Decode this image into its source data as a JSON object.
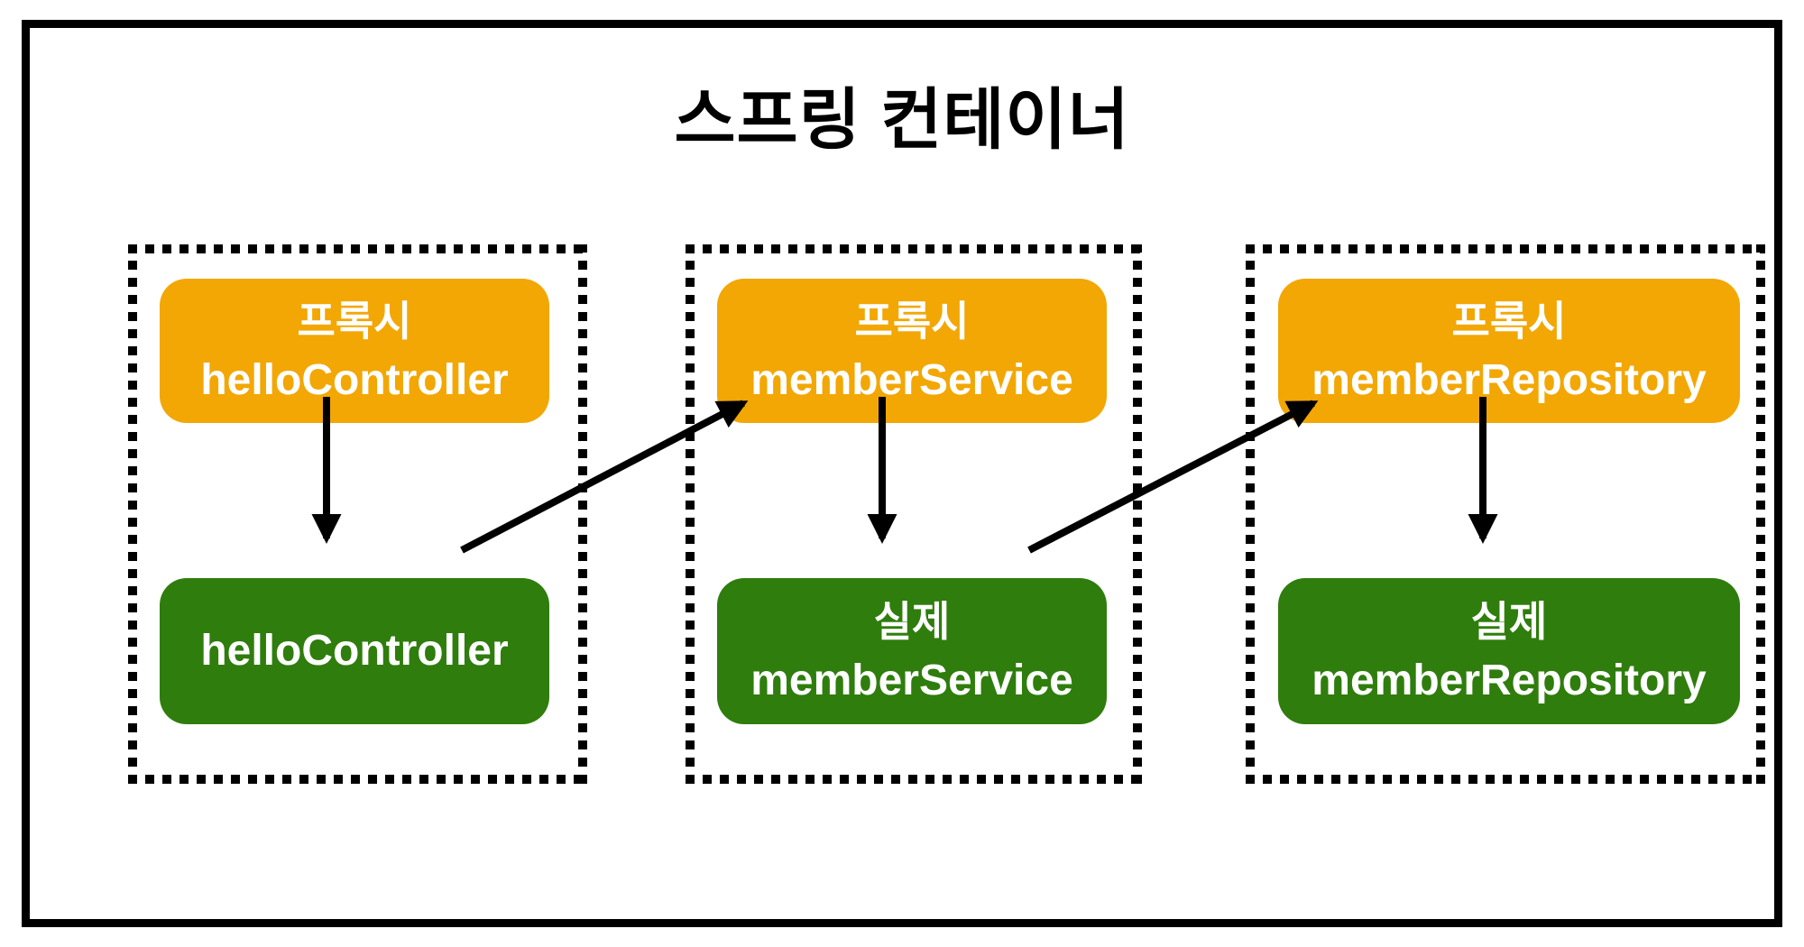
{
  "title": "스프링 컨테이너",
  "colors": {
    "proxy_box": "#F2A705",
    "target_box": "#2F7D0D",
    "box_text": "#FFFFFF",
    "line": "#000000",
    "background": "#FFFFFF"
  },
  "groups": [
    {
      "proxy": {
        "role_label": "프록시",
        "bean_name": "helloController"
      },
      "target": {
        "role_label": "",
        "bean_name": "helloController"
      }
    },
    {
      "proxy": {
        "role_label": "프록시",
        "bean_name": "memberService"
      },
      "target": {
        "role_label": "실제",
        "bean_name": "memberService"
      }
    },
    {
      "proxy": {
        "role_label": "프록시",
        "bean_name": "memberRepository"
      },
      "target": {
        "role_label": "실제",
        "bean_name": "memberRepository"
      }
    }
  ]
}
